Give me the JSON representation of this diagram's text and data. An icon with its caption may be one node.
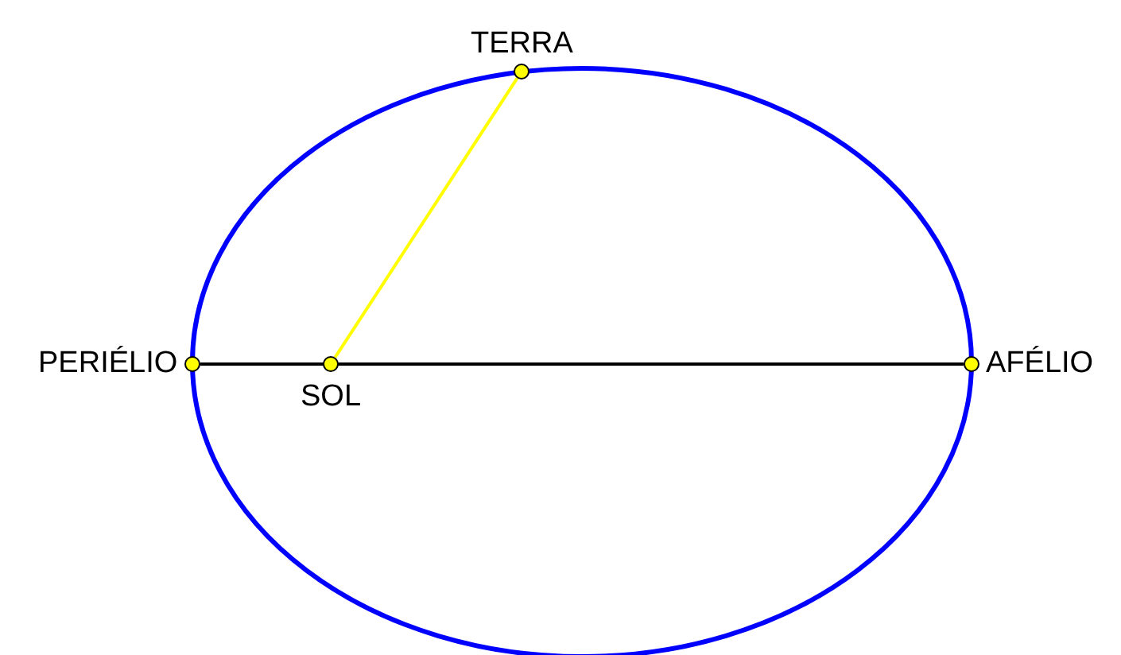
{
  "diagram": {
    "nodes": [
      {
        "text": [
          "TERRA"
        ]
      },
      {
        "text": [
          "PERIÉLIO"
        ]
      },
      {
        "text": [
          "SOL"
        ]
      },
      {
        "text": [
          "AFÉLIO"
        ]
      }
    ],
    "edges": [
      {
        "from": 1,
        "to": 3,
        "arrow": "none"
      },
      {
        "from": 2,
        "to": 0,
        "arrow": "none",
        "color": "#ffff00"
      }
    ]
  }
}
